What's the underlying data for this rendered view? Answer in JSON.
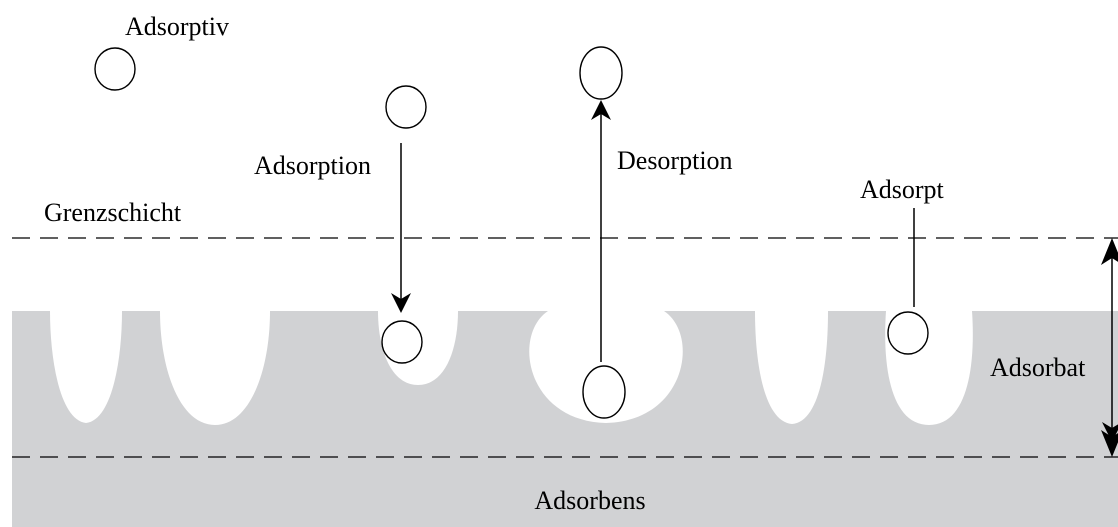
{
  "labels": {
    "adsorptiv": "Adsorptiv",
    "adsorption": "Adsorption",
    "desorption": "Desorption",
    "adsorpt": "Adsorpt",
    "grenzschicht": "Grenzschicht",
    "adsorbat": "Adsorbat",
    "adsorbens": "Adsorbens"
  },
  "colors": {
    "solid": "#d1d2d4",
    "line": "#000000",
    "background": "#ffffff"
  }
}
